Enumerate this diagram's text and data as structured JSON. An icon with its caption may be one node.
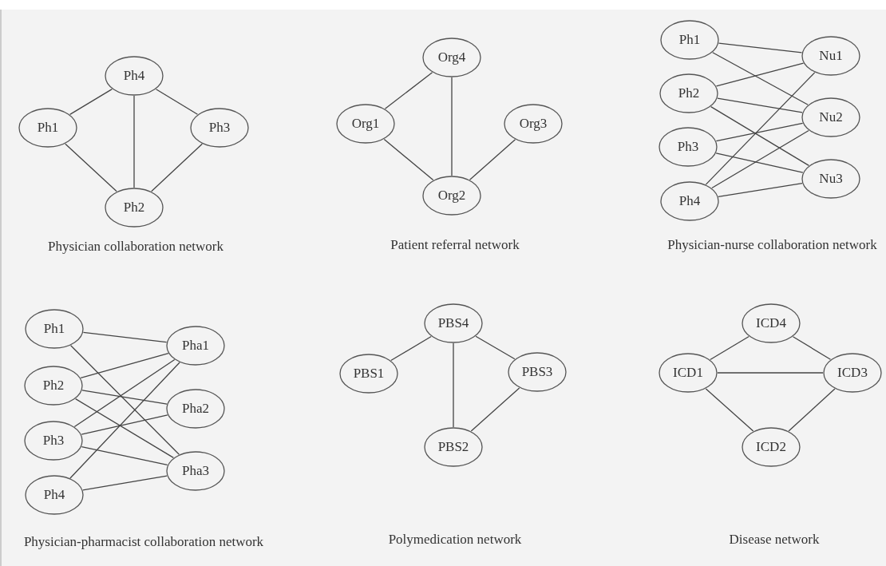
{
  "diagram": {
    "nodes": [
      {
        "text": [
          "Ph4"
        ]
      },
      {
        "text": [
          "Ph1"
        ]
      },
      {
        "text": [
          "Ph3"
        ]
      },
      {
        "text": [
          "Ph2"
        ]
      },
      {
        "text": [
          "Org4"
        ]
      },
      {
        "text": [
          "Org1"
        ]
      },
      {
        "text": [
          "Org3"
        ]
      },
      {
        "text": [
          "Org2"
        ]
      },
      {
        "text": [
          "Ph1"
        ]
      },
      {
        "text": [
          "Ph2"
        ]
      },
      {
        "text": [
          "Ph3"
        ]
      },
      {
        "text": [
          "Ph4"
        ]
      },
      {
        "text": [
          "Nu1"
        ]
      },
      {
        "text": [
          "Nu2"
        ]
      },
      {
        "text": [
          "Nu3"
        ]
      },
      {
        "text": [
          "Ph1"
        ]
      },
      {
        "text": [
          "Ph2"
        ]
      },
      {
        "text": [
          "Ph3"
        ]
      },
      {
        "text": [
          "Ph4"
        ]
      },
      {
        "text": [
          "Pha1"
        ]
      },
      {
        "text": [
          "Pha2"
        ]
      },
      {
        "text": [
          "Pha3"
        ]
      },
      {
        "text": [
          "PBS4"
        ]
      },
      {
        "text": [
          "PBS1"
        ]
      },
      {
        "text": [
          "PBS3"
        ]
      },
      {
        "text": [
          "PBS2"
        ]
      },
      {
        "text": [
          "ICD4"
        ]
      },
      {
        "text": [
          "ICD1"
        ]
      },
      {
        "text": [
          "ICD3"
        ]
      },
      {
        "text": [
          "ICD2"
        ]
      }
    ],
    "edges": [
      {
        "from": 1,
        "to": 0,
        "arrow": "none"
      },
      {
        "from": 0,
        "to": 2,
        "arrow": "none"
      },
      {
        "from": 0,
        "to": 3,
        "arrow": "none"
      },
      {
        "from": 1,
        "to": 3,
        "arrow": "none"
      },
      {
        "from": 3,
        "to": 2,
        "arrow": "none"
      },
      {
        "from": 5,
        "to": 4,
        "arrow": "none"
      },
      {
        "from": 4,
        "to": 7,
        "arrow": "none"
      },
      {
        "from": 5,
        "to": 7,
        "arrow": "none"
      },
      {
        "from": 7,
        "to": 6,
        "arrow": "none"
      },
      {
        "from": 8,
        "to": 12,
        "arrow": "none"
      },
      {
        "from": 8,
        "to": 13,
        "arrow": "none"
      },
      {
        "from": 9,
        "to": 12,
        "arrow": "none"
      },
      {
        "from": 9,
        "to": 13,
        "arrow": "none"
      },
      {
        "from": 9,
        "to": 14,
        "arrow": "none"
      },
      {
        "from": 10,
        "to": 13,
        "arrow": "none"
      },
      {
        "from": 10,
        "to": 14,
        "arrow": "none"
      },
      {
        "from": 11,
        "to": 12,
        "arrow": "none"
      },
      {
        "from": 11,
        "to": 13,
        "arrow": "none"
      },
      {
        "from": 11,
        "to": 14,
        "arrow": "none"
      },
      {
        "from": 15,
        "to": 19,
        "arrow": "none"
      },
      {
        "from": 15,
        "to": 21,
        "arrow": "none"
      },
      {
        "from": 16,
        "to": 19,
        "arrow": "none"
      },
      {
        "from": 16,
        "to": 20,
        "arrow": "none"
      },
      {
        "from": 16,
        "to": 21,
        "arrow": "none"
      },
      {
        "from": 17,
        "to": 19,
        "arrow": "none"
      },
      {
        "from": 17,
        "to": 20,
        "arrow": "none"
      },
      {
        "from": 17,
        "to": 21,
        "arrow": "none"
      },
      {
        "from": 18,
        "to": 19,
        "arrow": "none"
      },
      {
        "from": 18,
        "to": 21,
        "arrow": "none"
      },
      {
        "from": 23,
        "to": 22,
        "arrow": "none"
      },
      {
        "from": 22,
        "to": 24,
        "arrow": "none"
      },
      {
        "from": 22,
        "to": 25,
        "arrow": "none"
      },
      {
        "from": 25,
        "to": 24,
        "arrow": "none"
      },
      {
        "from": 27,
        "to": 26,
        "arrow": "none"
      },
      {
        "from": 26,
        "to": 28,
        "arrow": "none"
      },
      {
        "from": 27,
        "to": 28,
        "arrow": "none"
      },
      {
        "from": 27,
        "to": 29,
        "arrow": "none"
      },
      {
        "from": 29,
        "to": 28,
        "arrow": "none"
      }
    ],
    "labels": [
      "Physician collaboration network",
      "Patient referral network",
      "Physician-nurse collaboration network",
      "Physician-pharmacist collaboration network",
      "Polymedication network",
      "Disease network"
    ]
  }
}
